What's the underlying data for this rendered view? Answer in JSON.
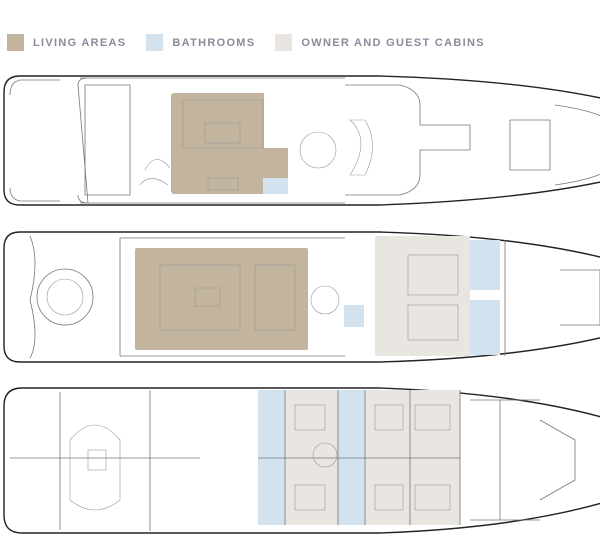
{
  "legend": [
    {
      "label": "LIVING AREAS",
      "color": "#c3b59d"
    },
    {
      "label": "BATHROOMS",
      "color": "#d2e3ef"
    },
    {
      "label": "OWNER AND GUEST CABINS",
      "color": "#e9e5e1"
    }
  ]
}
